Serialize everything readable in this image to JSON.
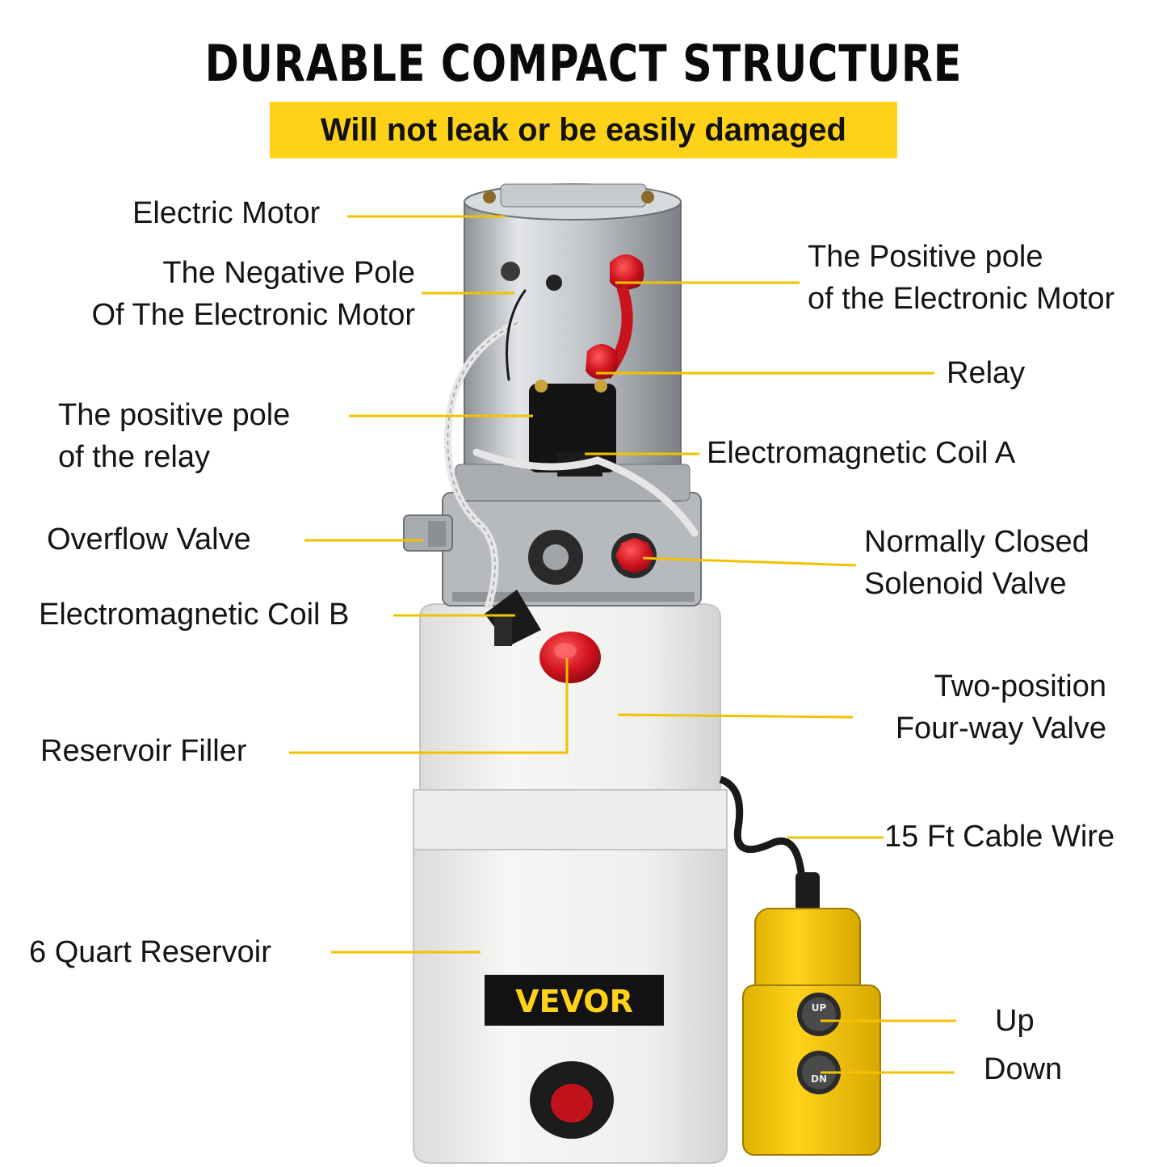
{
  "header": {
    "title": "DURABLE COMPACT STRUCTURE",
    "subtitle": "Will not leak or be easily damaged"
  },
  "brand": {
    "logo_text": "VEVOR"
  },
  "labels": {
    "electric_motor": "Electric Motor",
    "negative_pole_line1": "The Negative Pole",
    "negative_pole_line2": "Of The Electronic Motor",
    "positive_pole_motor_line1": "The Positive pole",
    "positive_pole_motor_line2": "of the Electronic Motor",
    "relay": "Relay",
    "positive_pole_relay_line1": "The positive pole",
    "positive_pole_relay_line2": "of the relay",
    "coil_a": "Electromagnetic Coil A",
    "overflow_valve": "Overflow Valve",
    "solenoid_line1": "Normally Closed",
    "solenoid_line2": "Solenoid Valve",
    "coil_b": "Electromagnetic Coil B",
    "two_position_line1": "Two-position",
    "two_position_line2": "Four-way Valve",
    "reservoir_filler": "Reservoir Filler",
    "cable_wire": "15 Ft Cable Wire",
    "reservoir": "6 Quart Reservoir",
    "up": "Up",
    "down": "Down"
  },
  "remote": {
    "up_button": "UP",
    "down_button": "DN"
  },
  "colors": {
    "accent_yellow": "#ffd21a",
    "leader_line": "#f2c200",
    "red_cap": "#d0131f",
    "metal": "#c9ccd0",
    "reservoir": "#f1f1ef"
  }
}
